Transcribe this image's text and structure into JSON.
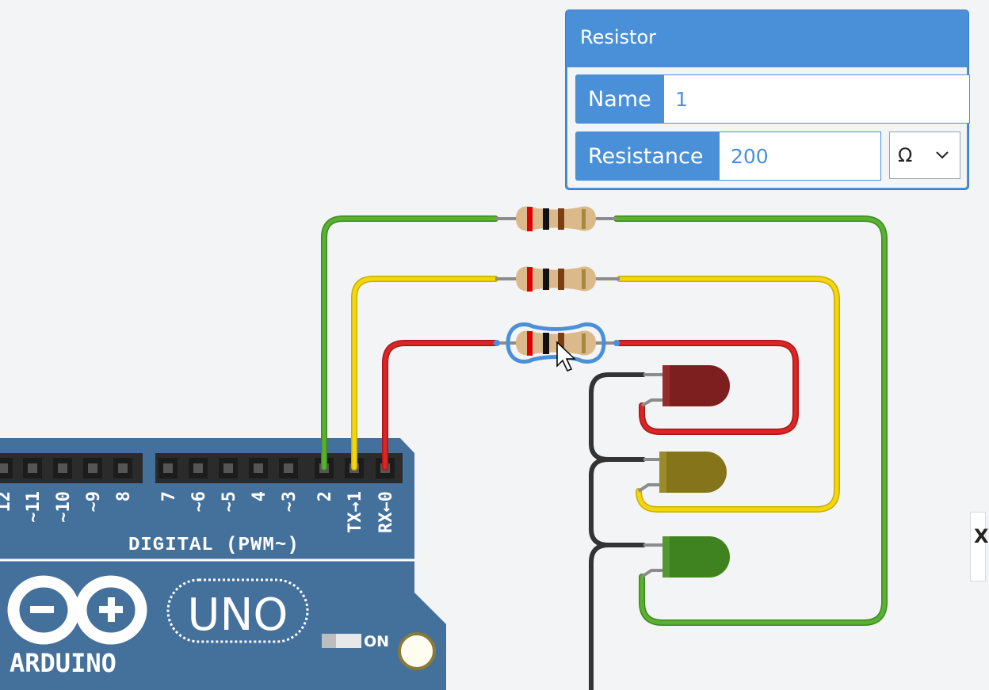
{
  "inspector": {
    "title": "Resistor",
    "name_label": "Name",
    "name_value": "1",
    "resistance_label": "Resistance",
    "resistance_value": "200",
    "unit_selected": "Ω"
  },
  "board": {
    "pin_labels": [
      "12",
      "~11",
      "~10",
      "~9",
      "8",
      "7",
      "~6",
      "~5",
      "4",
      "~3",
      "2",
      "TX→1",
      "RX←0"
    ],
    "digital_label": "DIGITAL (PWM~)",
    "logo_text": "ARDUINO",
    "model": "UNO",
    "on_label": "ON",
    "color": "#44709c"
  },
  "components": {
    "resistors": [
      "resistor-1",
      "resistor-2",
      "resistor-3"
    ],
    "leds": [
      "red",
      "yellow",
      "green"
    ]
  },
  "colors": {
    "accent": "#4a90d9",
    "wire_green": "#5ab030",
    "wire_yellow": "#f4d60c",
    "wire_red": "#dc2525",
    "wire_black": "#333333",
    "led_red": "#7e1f1f",
    "led_yellow": "#857419",
    "led_green": "#3f8320"
  },
  "right_tab_glyph": "X"
}
